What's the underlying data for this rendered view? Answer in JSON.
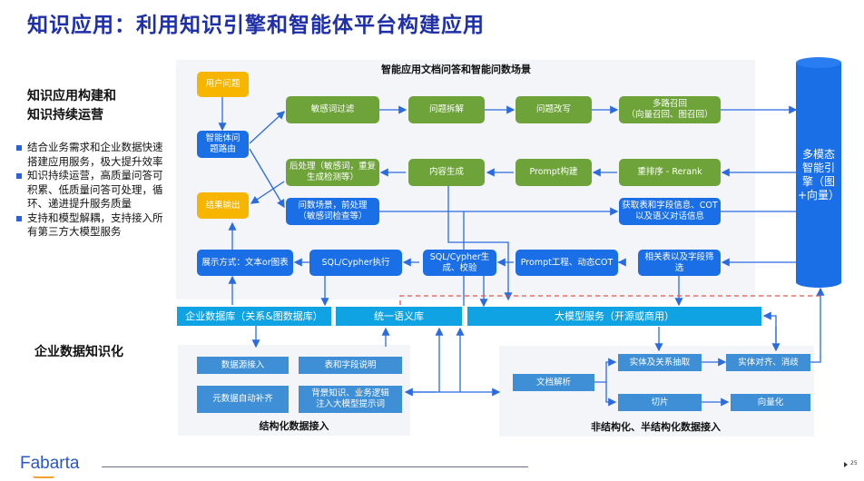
{
  "title": "知识应用：利用知识引擎和智能体平台构建应用",
  "left": {
    "section1_title": "知识应用构建和\n知识持续运营",
    "bullets": [
      "结合业务需求和企业数据快速搭建应用服务，极大提升效率",
      "知识持续运营，高质量问答可积累、低质量问答可处理，循环、递进提升服务质量",
      "支持和模型解耦，支持接入所有第三方大模型服务"
    ],
    "section2_title": "企业数据知识化"
  },
  "top_panel": {
    "title": "智能应用文档问答和智能问数场景",
    "user_question": "用户问题",
    "agent_router": "智能体问题路由",
    "result_output": "结果输出",
    "green_row1": [
      "敏感词过滤",
      "问题拆解",
      "问题改写",
      "多路召回\n（向量召回、图召回）"
    ],
    "green_row2": [
      "后处理（敏感词，重复生成检测等）",
      "内容生成",
      "Prompt构建",
      "重排序 - Rerank"
    ],
    "blue_row1": [
      "问数场景，前处理\n（敏感词检查等）",
      "获取表和字段信息、COT\n以及语义对话信息"
    ],
    "blue_row2": [
      "展示方式：文本or图表",
      "SQL/Cypher执行",
      "SQL/Cypher生成、校验",
      "Prompt工程、动态COT",
      "相关表以及字段筛选"
    ]
  },
  "engine": {
    "label": "多模态智能引擎（图+向量）",
    "color": "#1a6fe6"
  },
  "services": {
    "enterprise_db": "企业数据库（关系&图数据库）",
    "semantic_lib": "统一语义库",
    "llm_service": "大模型服务（开源或商用）"
  },
  "structured": {
    "title": "结构化数据接入",
    "items": [
      "数据源接入",
      "表和字段说明",
      "元数据自动补齐",
      "背景知识、业务逻辑\n注入大模型提示词"
    ]
  },
  "unstructured": {
    "title": "非结构化、半结构化数据接入",
    "doc_parse": "文档解析",
    "items": [
      "实体及关系抽取",
      "实体对齐、消歧",
      "切片",
      "向量化"
    ]
  },
  "footer": {
    "logo": "Fabarta",
    "page": "25"
  },
  "colors": {
    "title": "#1f2fa8",
    "green": "#6ea33a",
    "blue": "#1a6fe6",
    "orange": "#f7b500",
    "sky": "#10a3e3",
    "steel": "#3f8fd6",
    "arrow": "#2a6be0",
    "dashed": "#e8534a"
  }
}
